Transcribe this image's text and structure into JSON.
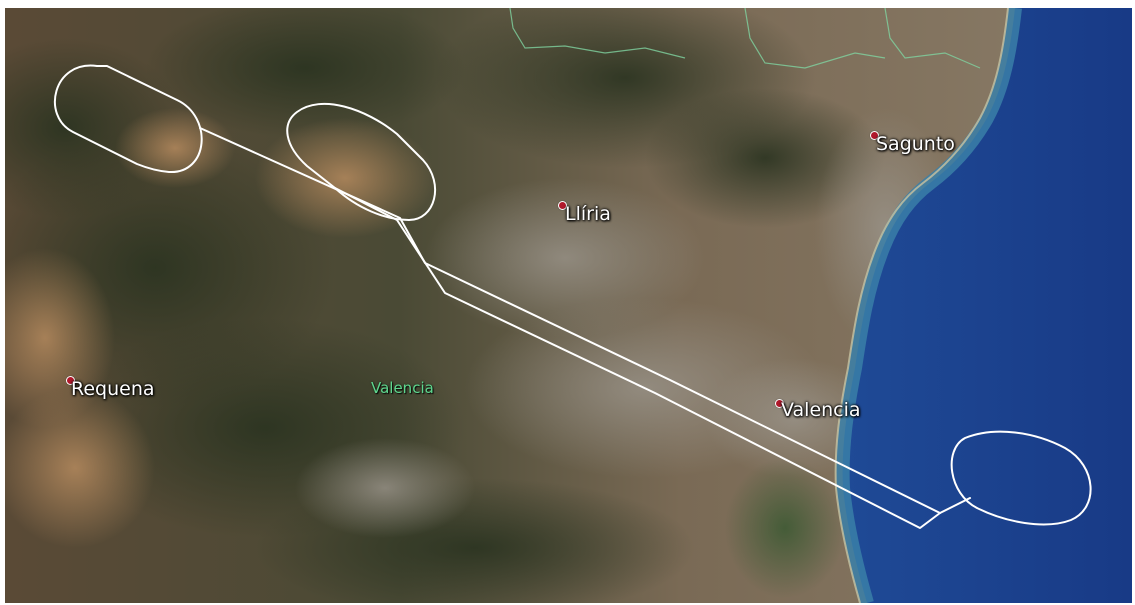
{
  "map": {
    "places": [
      {
        "id": "sagunto",
        "name": "Sagunto"
      },
      {
        "id": "liria",
        "name": "Llíria"
      },
      {
        "id": "requena",
        "name": "Requena"
      },
      {
        "id": "valencia-city",
        "name": "Valencia"
      }
    ],
    "region_label": "Valencia",
    "colors": {
      "sea": "#1c3f8f",
      "coast_shallow": "#3a7fa8",
      "route_line": "#ffffff",
      "pin": "#b0182b",
      "boundary": "#7fd3a0",
      "region_text": "#5fd68e"
    },
    "icons": [
      "place-pin-icon"
    ]
  }
}
